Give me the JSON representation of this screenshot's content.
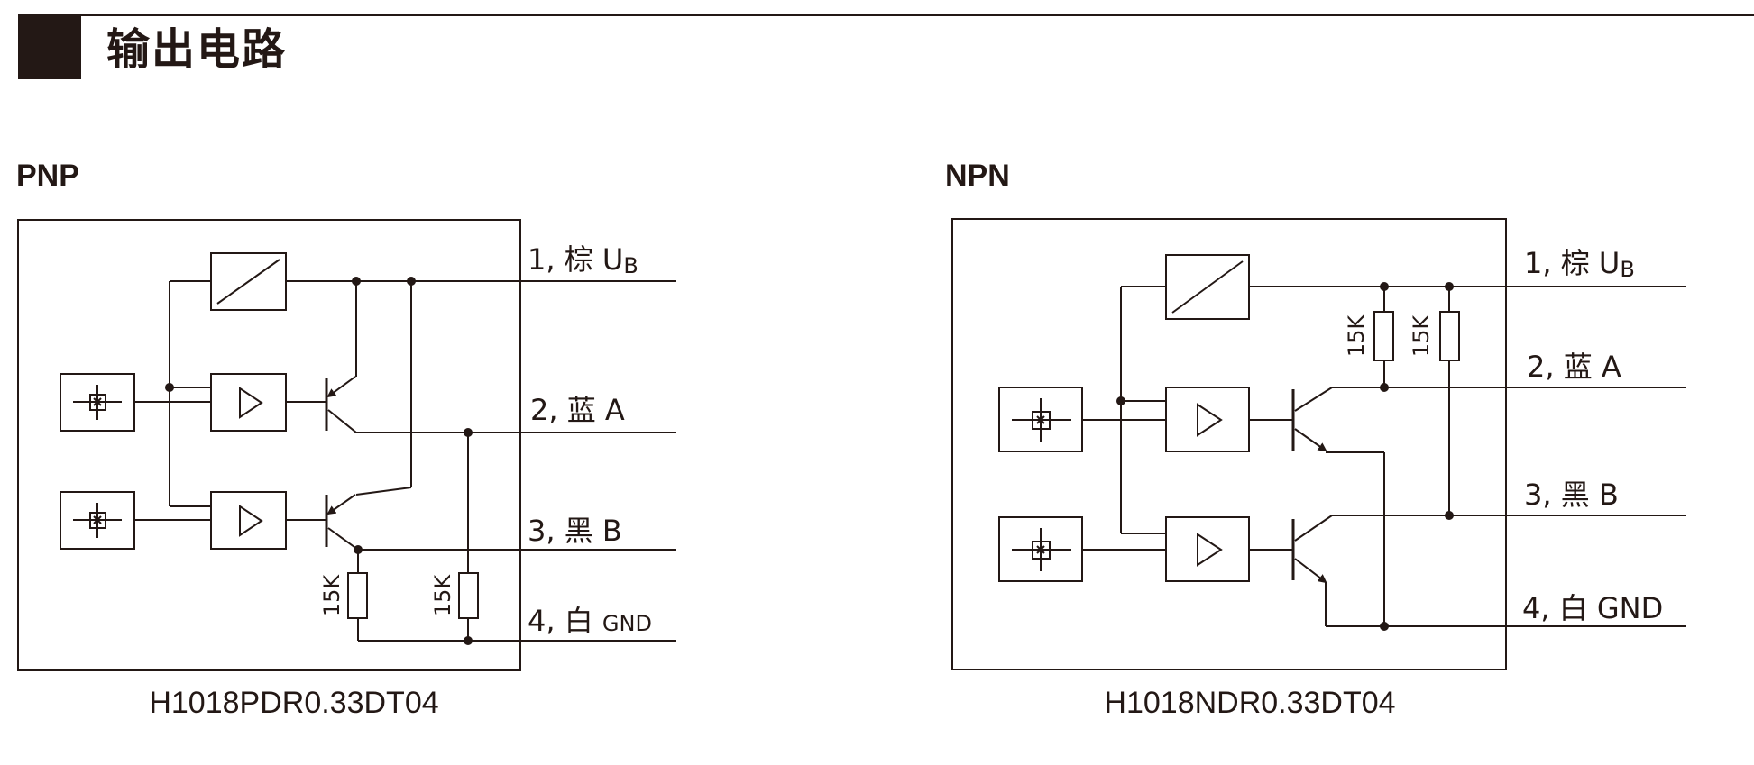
{
  "header": {
    "title": "输出电路"
  },
  "pnp": {
    "label": "PNP",
    "model": "H1018PDR0.33DT04",
    "pins": {
      "p1_prefix": "1, 棕 ",
      "p1_main": "U",
      "p1_sub": "B",
      "p2": "2, 蓝  A",
      "p3": "3, 黑  B",
      "p4_prefix": "4, 白  ",
      "p4_sub": "GND"
    },
    "resistors": {
      "r1": "15K",
      "r2": "15K"
    }
  },
  "npn": {
    "label": "NPN",
    "model": "H1018NDR0.33DT04",
    "pins": {
      "p1_prefix": "1, 棕 ",
      "p1_main": "U",
      "p1_sub": "B",
      "p2": "2, 蓝  A",
      "p3": "3, 黑  B",
      "p4": "4, 白  GND"
    },
    "resistors": {
      "r1": "15K",
      "r2": "15K"
    }
  },
  "colors": {
    "ink": "#231815",
    "background": "#ffffff"
  }
}
